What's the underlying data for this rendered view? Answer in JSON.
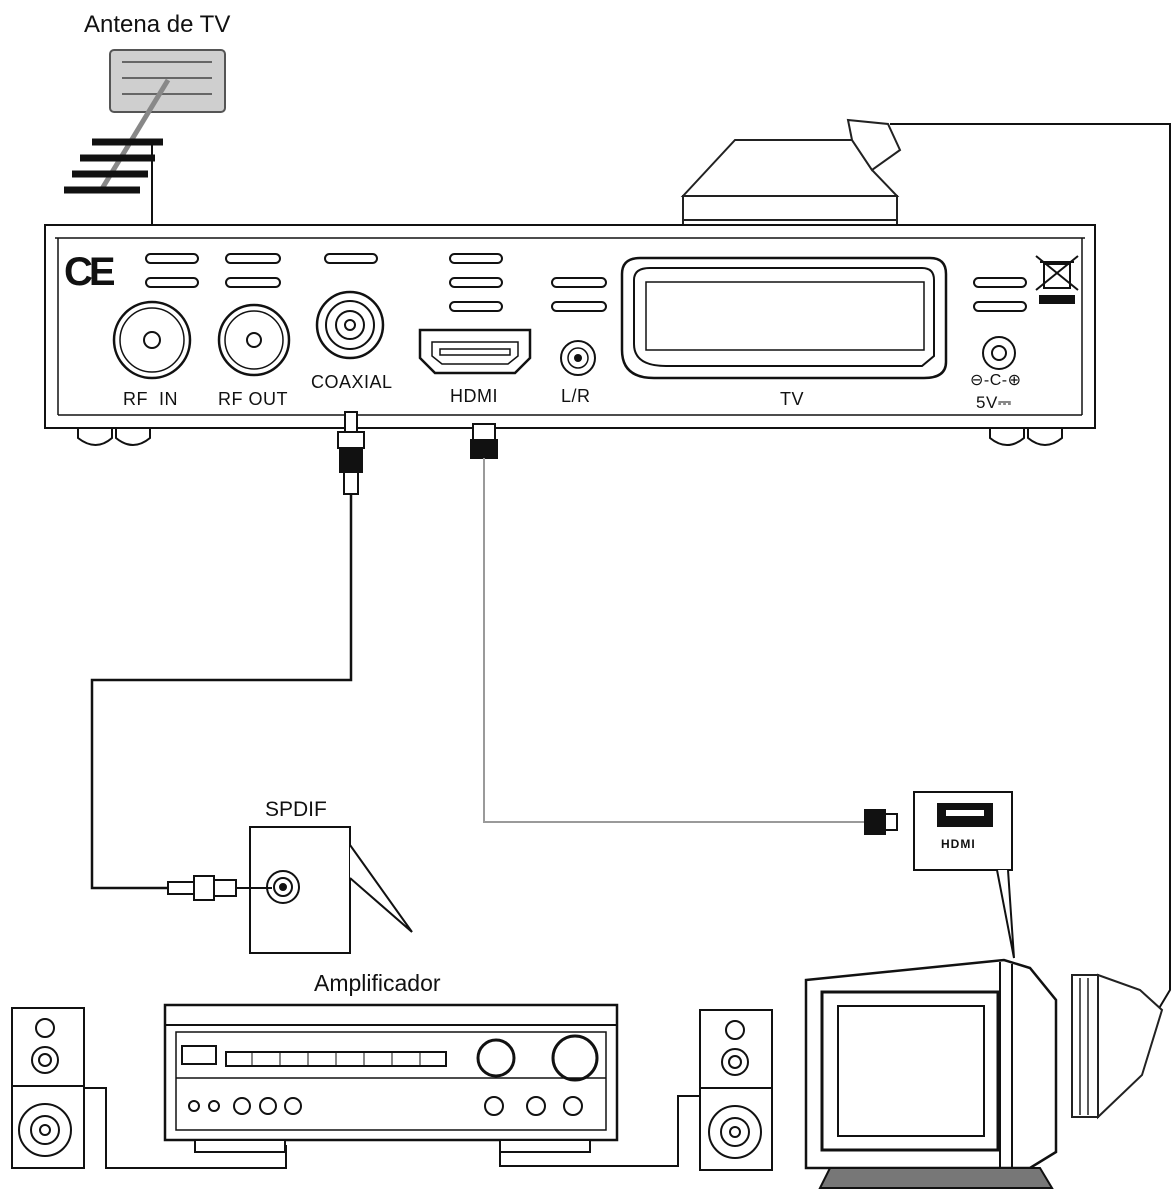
{
  "labels": {
    "antenna": "Antena de TV",
    "ce_mark": "CE",
    "rf_in": "RF  IN",
    "rf_out": "RF OUT",
    "coaxial": "COAXIAL",
    "hdmi": "HDMI",
    "lr": "L/R",
    "tv": "TV",
    "dc_polarity": "⊖-C-⊕",
    "power": "5V⎓",
    "spdif": "SPDIF",
    "tv_hdmi": "HDMI",
    "amplifier": "Amplificador"
  },
  "colors": {
    "line": "#111111",
    "gray_cable": "#9a9a9a",
    "antenna_fill": "#cfcfcf",
    "panel_fill": "#ffffff"
  }
}
